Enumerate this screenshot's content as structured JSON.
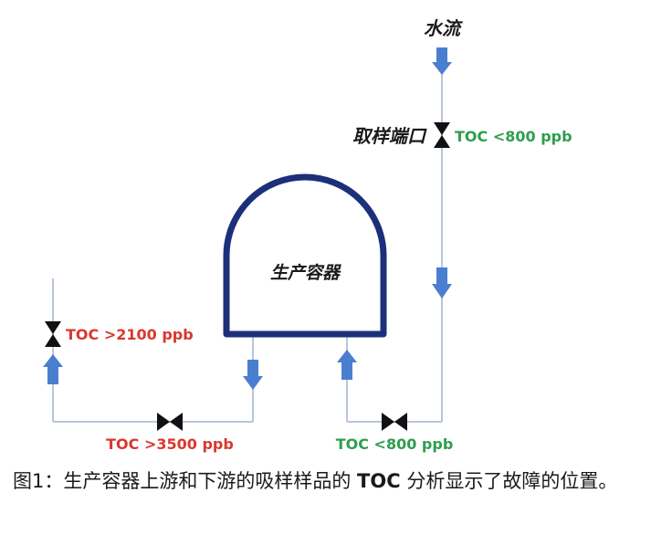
{
  "labels": {
    "water_flow": "水流",
    "sampling_port": "取样端口",
    "vessel": "生产容器",
    "toc_top": "TOC <800 ppb",
    "toc_left": "TOC >2100 ppb",
    "toc_bottom_left": "TOC >3500 ppb",
    "toc_bottom_right": "TOC <800 ppb"
  },
  "caption": {
    "prefix": "图1：生产容器上游和下游的吸样样品的 ",
    "toc": "TOC",
    "suffix": " 分析显示了故障的位置。"
  },
  "colors": {
    "pipe": "#b8c6dc",
    "arrow": "#4a7fd0",
    "vessel": "#1c2f7a",
    "valve": "#111111",
    "toc_ok": "#2e9e4e",
    "toc_bad": "#d9382e"
  }
}
